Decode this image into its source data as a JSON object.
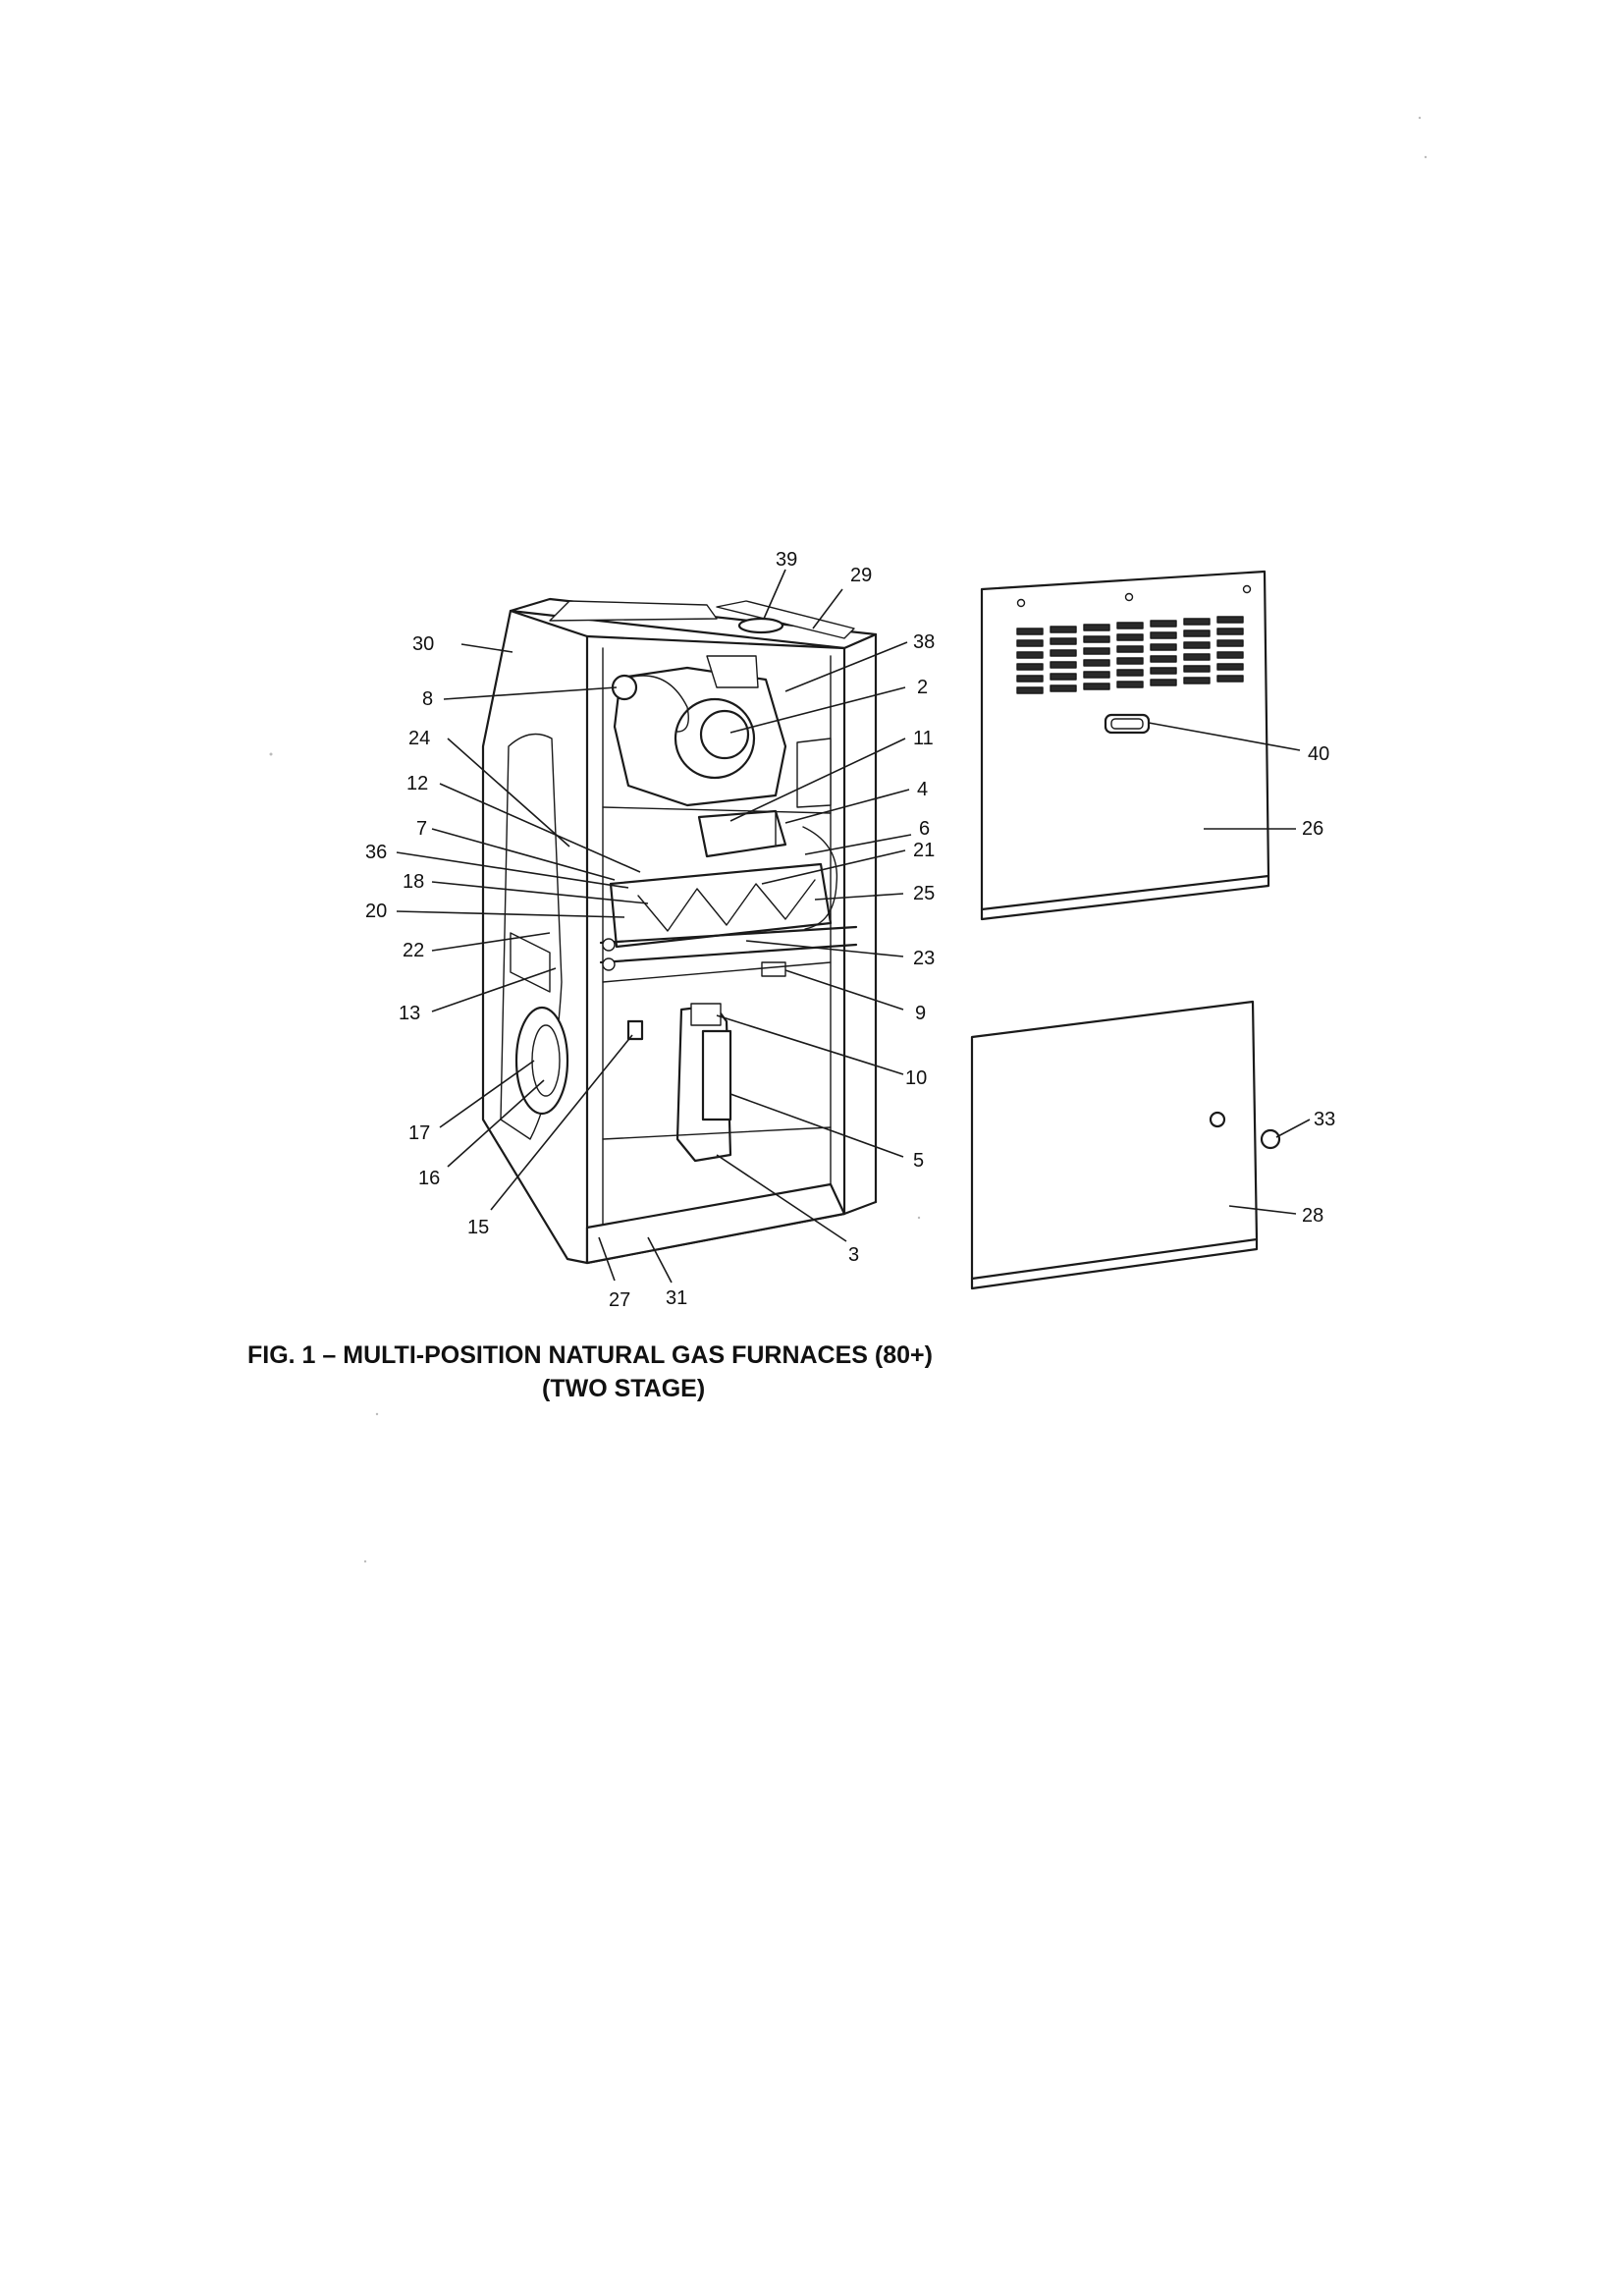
{
  "figure": {
    "caption_line_1": "FIG. 1 – MULTI-POSITION NATURAL GAS FURNACES (80+)",
    "caption_line_2": "(TWO STAGE)"
  },
  "callouts": [
    {
      "id": "39",
      "label": "39"
    },
    {
      "id": "29",
      "label": "29"
    },
    {
      "id": "30",
      "label": "30"
    },
    {
      "id": "38",
      "label": "38"
    },
    {
      "id": "8",
      "label": "8"
    },
    {
      "id": "2",
      "label": "2"
    },
    {
      "id": "24",
      "label": "24"
    },
    {
      "id": "11",
      "label": "11"
    },
    {
      "id": "12",
      "label": "12"
    },
    {
      "id": "4",
      "label": "4"
    },
    {
      "id": "7",
      "label": "7"
    },
    {
      "id": "6",
      "label": "6"
    },
    {
      "id": "36",
      "label": "36"
    },
    {
      "id": "21",
      "label": "21"
    },
    {
      "id": "18",
      "label": "18"
    },
    {
      "id": "25",
      "label": "25"
    },
    {
      "id": "20",
      "label": "20"
    },
    {
      "id": "22",
      "label": "22"
    },
    {
      "id": "23",
      "label": "23"
    },
    {
      "id": "13",
      "label": "13"
    },
    {
      "id": "9",
      "label": "9"
    },
    {
      "id": "10",
      "label": "10"
    },
    {
      "id": "17",
      "label": "17"
    },
    {
      "id": "16",
      "label": "16"
    },
    {
      "id": "5",
      "label": "5"
    },
    {
      "id": "15",
      "label": "15"
    },
    {
      "id": "3",
      "label": "3"
    },
    {
      "id": "27",
      "label": "27"
    },
    {
      "id": "31",
      "label": "31"
    },
    {
      "id": "40",
      "label": "40"
    },
    {
      "id": "26",
      "label": "26"
    },
    {
      "id": "33",
      "label": "33"
    },
    {
      "id": "28",
      "label": "28"
    }
  ]
}
